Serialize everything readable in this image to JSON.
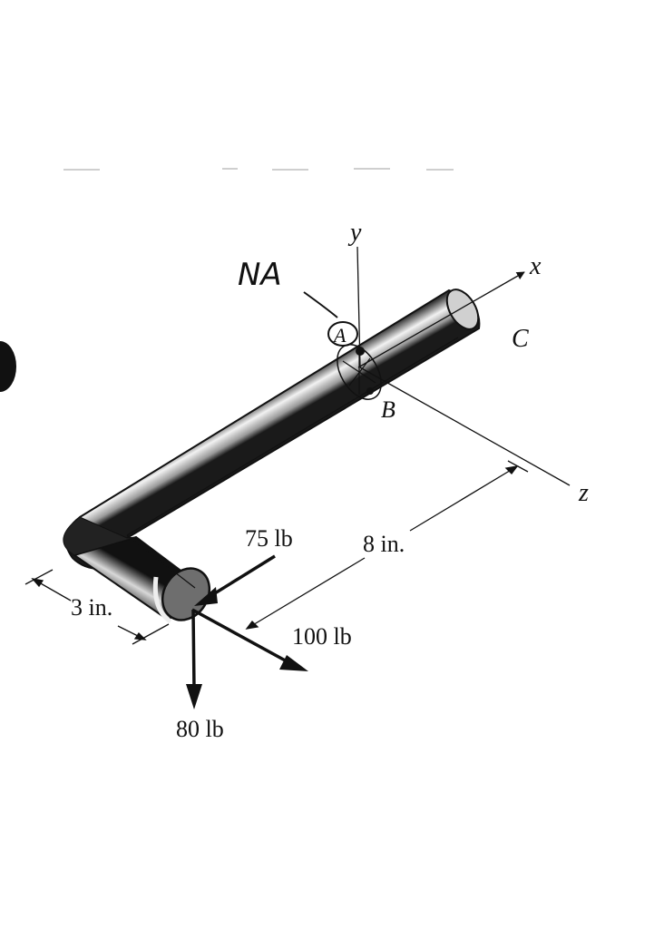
{
  "axes": {
    "x": "x",
    "y": "y",
    "z": "z"
  },
  "points": {
    "A": "A",
    "B": "B",
    "C": "C"
  },
  "annotation": {
    "handwritten": "NA"
  },
  "dimensions": {
    "short_leg": "3 in.",
    "long_leg": "8 in."
  },
  "forces": {
    "f75": "75 lb",
    "f100": "100 lb",
    "f80": "80 lb"
  },
  "colors": {
    "ink": "#111111",
    "pipe_dark": "#1a1a1a",
    "pipe_light": "#f4f4f4",
    "cap": "#707070"
  }
}
